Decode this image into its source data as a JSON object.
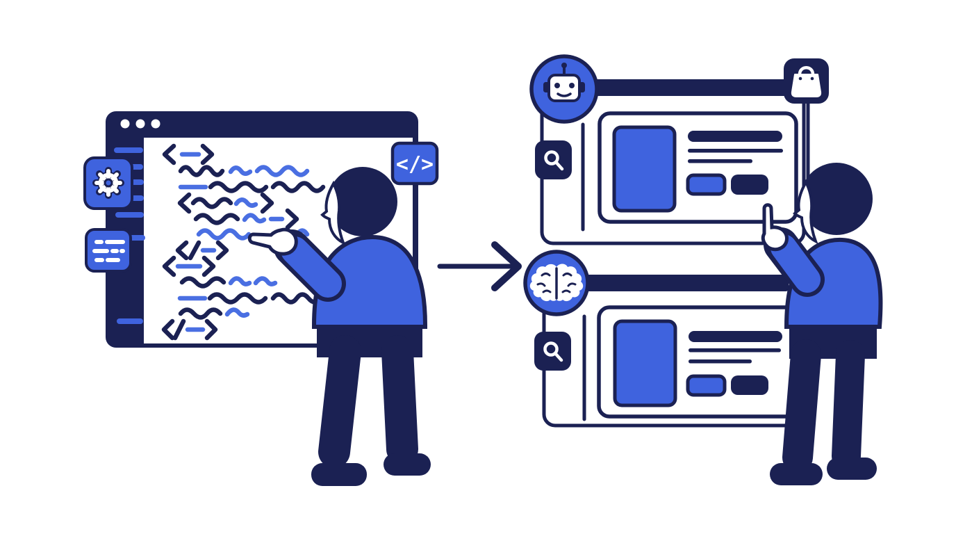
{
  "colors": {
    "navy": "#1b2153",
    "blue": "#3f63de",
    "code_blue": "#4a6fe2",
    "surface": "#ffffff",
    "background": "#ffffff"
  },
  "editor_window": {
    "traffic_dot_count": 3,
    "sidebar_dash_count": 7,
    "code_line_count": 12,
    "badges": [
      {
        "icon": "gear-icon"
      },
      {
        "icon": "list-icon"
      },
      {
        "icon": "code-icon",
        "glyph": "</>"
      }
    ]
  },
  "arrow": {
    "icon": "arrow-right-icon",
    "direction": "right"
  },
  "result_cards": [
    {
      "corner_icon": "robot-icon",
      "top_right_icon": "shopping-bag-icon",
      "side_icon": "search-icon",
      "content": {
        "image_thumb": true,
        "title_bar": true,
        "text_lines": 2,
        "buttons": [
          "primary-blue",
          "secondary-navy"
        ]
      }
    },
    {
      "corner_icon": "brain-icon",
      "side_icon": "search-icon",
      "content": {
        "image_thumb": true,
        "title_bar": true,
        "text_lines": 2,
        "buttons": [
          "primary-blue",
          "secondary-navy"
        ]
      }
    }
  ],
  "people": [
    {
      "id": "developer-left",
      "pose": "pointing-at-code"
    },
    {
      "id": "shopper-right",
      "pose": "pointing-at-card"
    }
  ]
}
